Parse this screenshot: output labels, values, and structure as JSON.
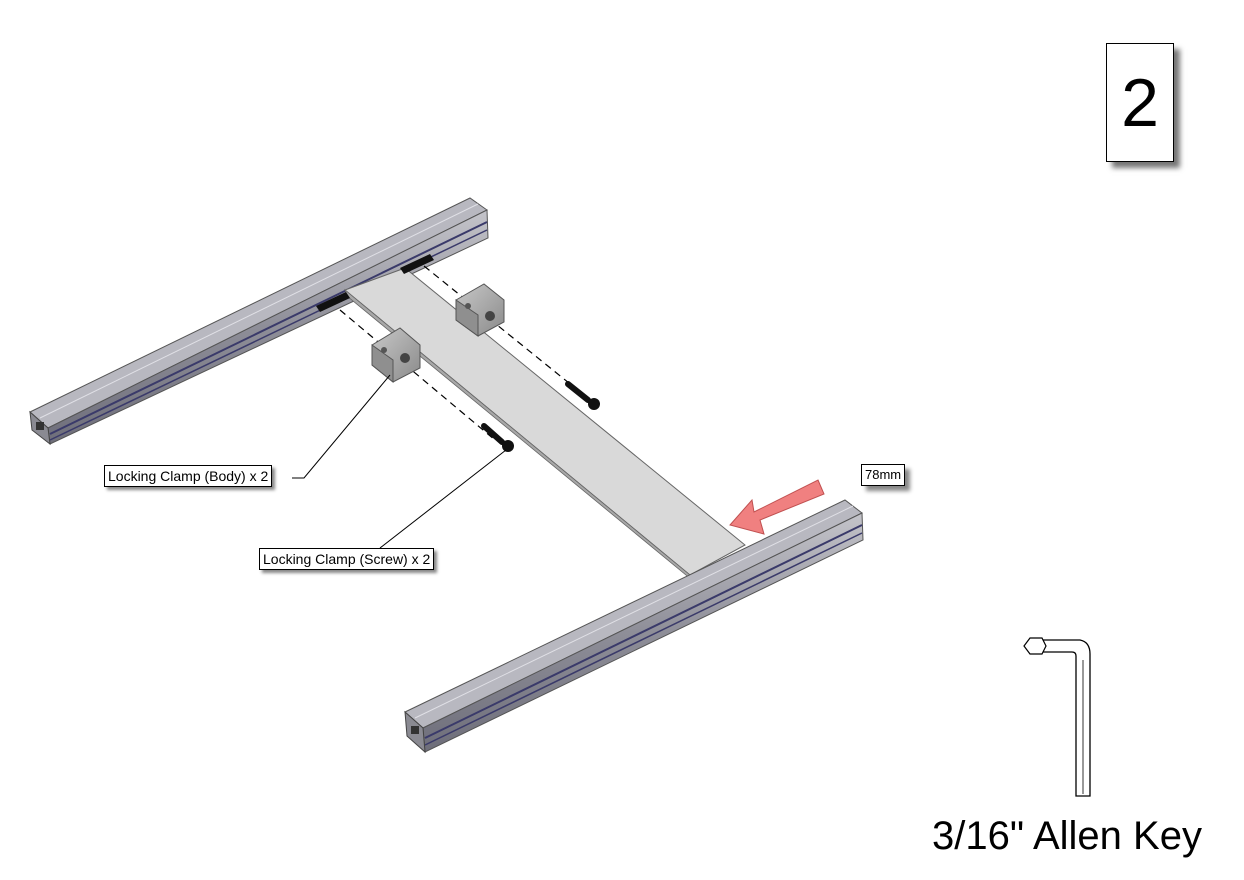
{
  "step_number": "2",
  "callouts": {
    "clamp_body": "Locking Clamp (Body) x 2",
    "clamp_screw": "Locking Clamp (Screw) x 2",
    "dimension": "78mm"
  },
  "tool": {
    "label": "3/16\" Allen Key",
    "icon": "allen-key-icon"
  },
  "colors": {
    "extrusion": "#9a9aa2",
    "extrusion_slot": "#4a4a78",
    "spacer_plate": "#d9d9d9",
    "clamp": "#a9a9a9",
    "direction_arrow": "#f08080"
  }
}
